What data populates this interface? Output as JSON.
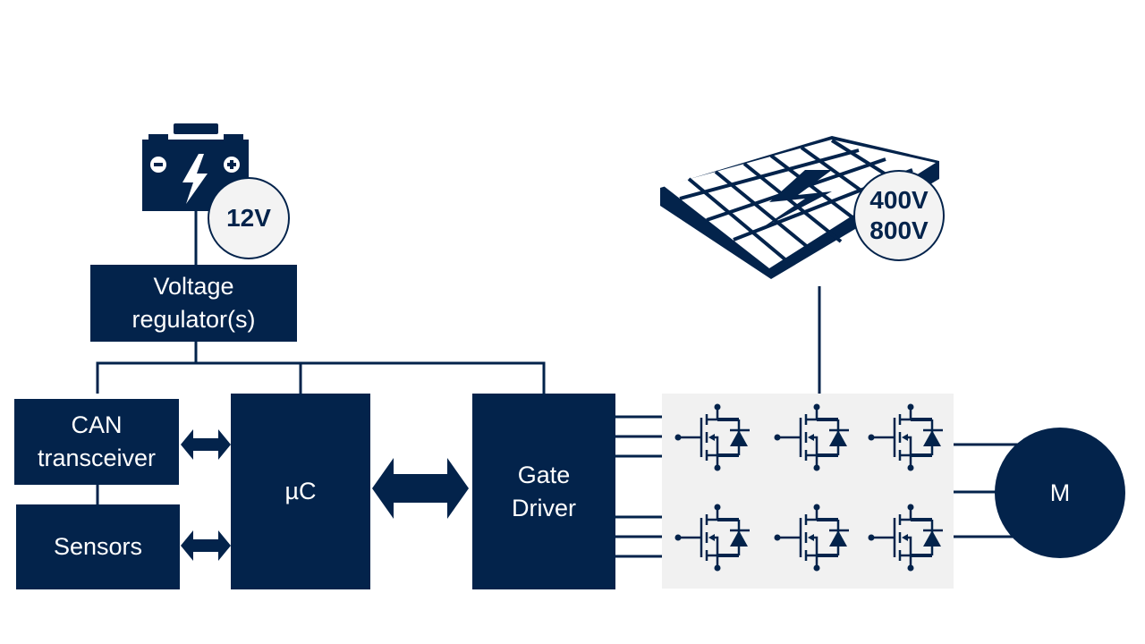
{
  "colors": {
    "primary": "#03234b",
    "panel": "#f1f1f1",
    "badge_bg": "#f3f3f3",
    "text_on_dark": "#ffffff"
  },
  "battery_12v": {
    "icon": "car-battery-icon",
    "badge": "12V"
  },
  "hv_battery": {
    "icon": "hv-battery-pack-icon",
    "badge_line1": "400V",
    "badge_line2": "800V"
  },
  "blocks": {
    "voltage_regulator": {
      "line1": "Voltage",
      "line2": "regulator(s)"
    },
    "can_transceiver": {
      "line1": "CAN",
      "line2": "transceiver"
    },
    "sensors": {
      "label": "Sensors"
    },
    "microcontroller": {
      "label": "µC"
    },
    "gate_driver": {
      "line1": "Gate",
      "line2": "Driver"
    },
    "motor": {
      "label": "M"
    }
  },
  "inverter": {
    "icon": "mosfet-icon",
    "rows": 2,
    "columns": 3
  }
}
